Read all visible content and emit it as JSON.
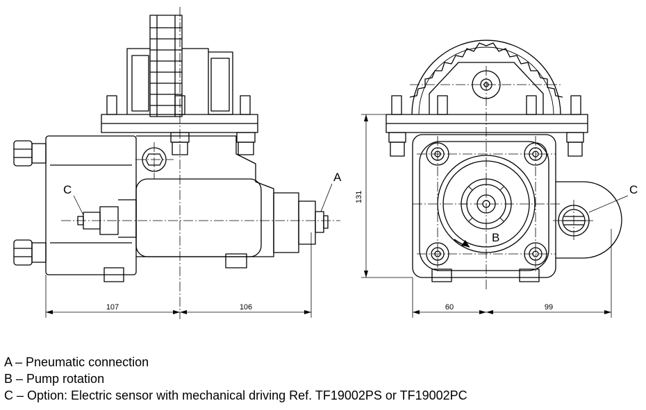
{
  "drawing": {
    "dimensions": {
      "left_width": "107",
      "right_width": "106",
      "height": "131",
      "width_a": "60",
      "width_b": "99"
    },
    "callouts": {
      "side_a": "A",
      "side_c": "C",
      "front_b": "B",
      "front_c": "C"
    }
  },
  "legend": {
    "items": [
      "A – Pneumatic connection",
      "B – Pump rotation",
      "C – Option: Electric sensor with mechanical driving Ref. TF19002PS or TF19002PC"
    ]
  }
}
